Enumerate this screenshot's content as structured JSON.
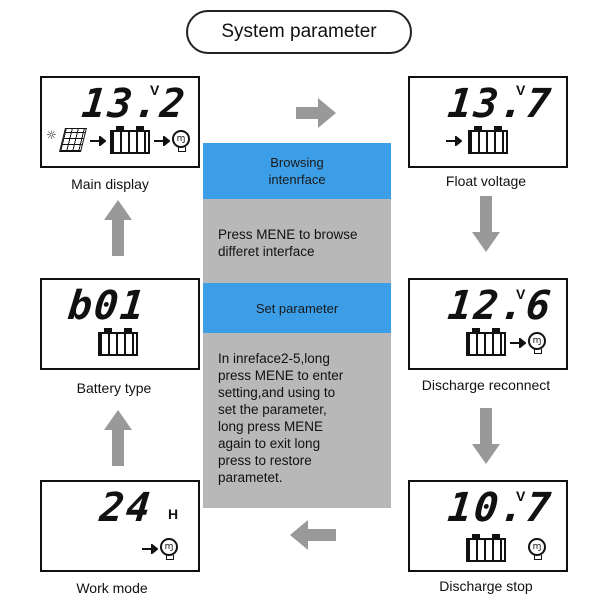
{
  "title": "System parameter",
  "screens": {
    "main_display": {
      "value": "13.2",
      "unit": "V",
      "label": "Main display"
    },
    "float_voltage": {
      "value": "13.7",
      "unit": "V",
      "label": "Float voltage"
    },
    "battery_type": {
      "value": "b01",
      "unit": "",
      "label": "Battery type"
    },
    "discharge_reconnect": {
      "value": "12.6",
      "unit": "V",
      "label": "Discharge reconnect"
    },
    "work_mode": {
      "value": "24",
      "unit": "H",
      "label": "Work mode"
    },
    "discharge_stop": {
      "value": "10.7",
      "unit": "V",
      "label": "Discharge stop"
    }
  },
  "center": {
    "band1": "Browsing\nintenrface",
    "text1": "Press MENE to browse\ndifferet interface",
    "band2": "Set parameter",
    "text2": "In inreface2-5,long\npress MENE to enter\nsetting,and using to\nset the parameter,\nlong press MENE\nagain to exit long\npress to restore\nparametet."
  },
  "colors": {
    "band": "#3d9ee8",
    "panel_gray": "#b8b8b8",
    "arrow_gray": "#999999"
  },
  "icons": [
    "solar-panel-icon",
    "sun-icon",
    "battery-icon",
    "arrow-icon",
    "bulb-icon"
  ]
}
